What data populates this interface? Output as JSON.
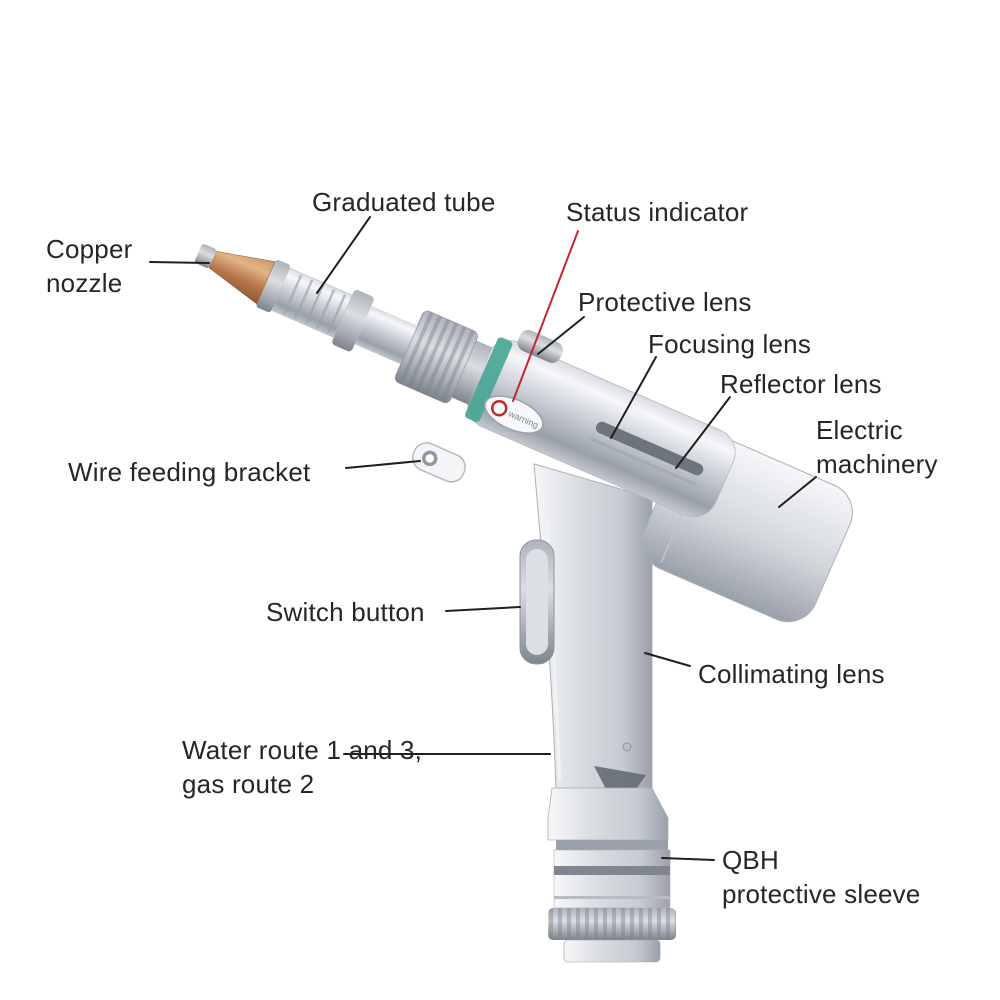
{
  "figure": {
    "indicator_text": "warning",
    "labels": {
      "graduated_tube": "Graduated tube",
      "copper_nozzle": "Copper\nnozzle",
      "status_indicator": "Status indicator",
      "protective_lens": "Protective lens",
      "focusing_lens": "Focusing lens",
      "reflector_lens": "Reflector lens",
      "electric_machinery": "Electric\nmachinery",
      "wire_feeding_bracket": "Wire feeding bracket",
      "switch_button": "Switch button",
      "collimating_lens": "Collimating lens",
      "water_gas_route": "Water route 1 and 3,\ngas route 2",
      "qbh_protective_sleeve": "QBH\nprotective sleeve"
    },
    "colors": {
      "background": "#ffffff",
      "text": "#262626",
      "leader_line": "#1f1f1f",
      "status_line": "#c3272e",
      "teal_band": "#49a795",
      "copper_light": "#e2b488",
      "copper_dark": "#8f5a33",
      "metal_light": "#f6f7f9",
      "metal_mid": "#c6cbd2",
      "metal_dark": "#9aa0a9"
    }
  }
}
